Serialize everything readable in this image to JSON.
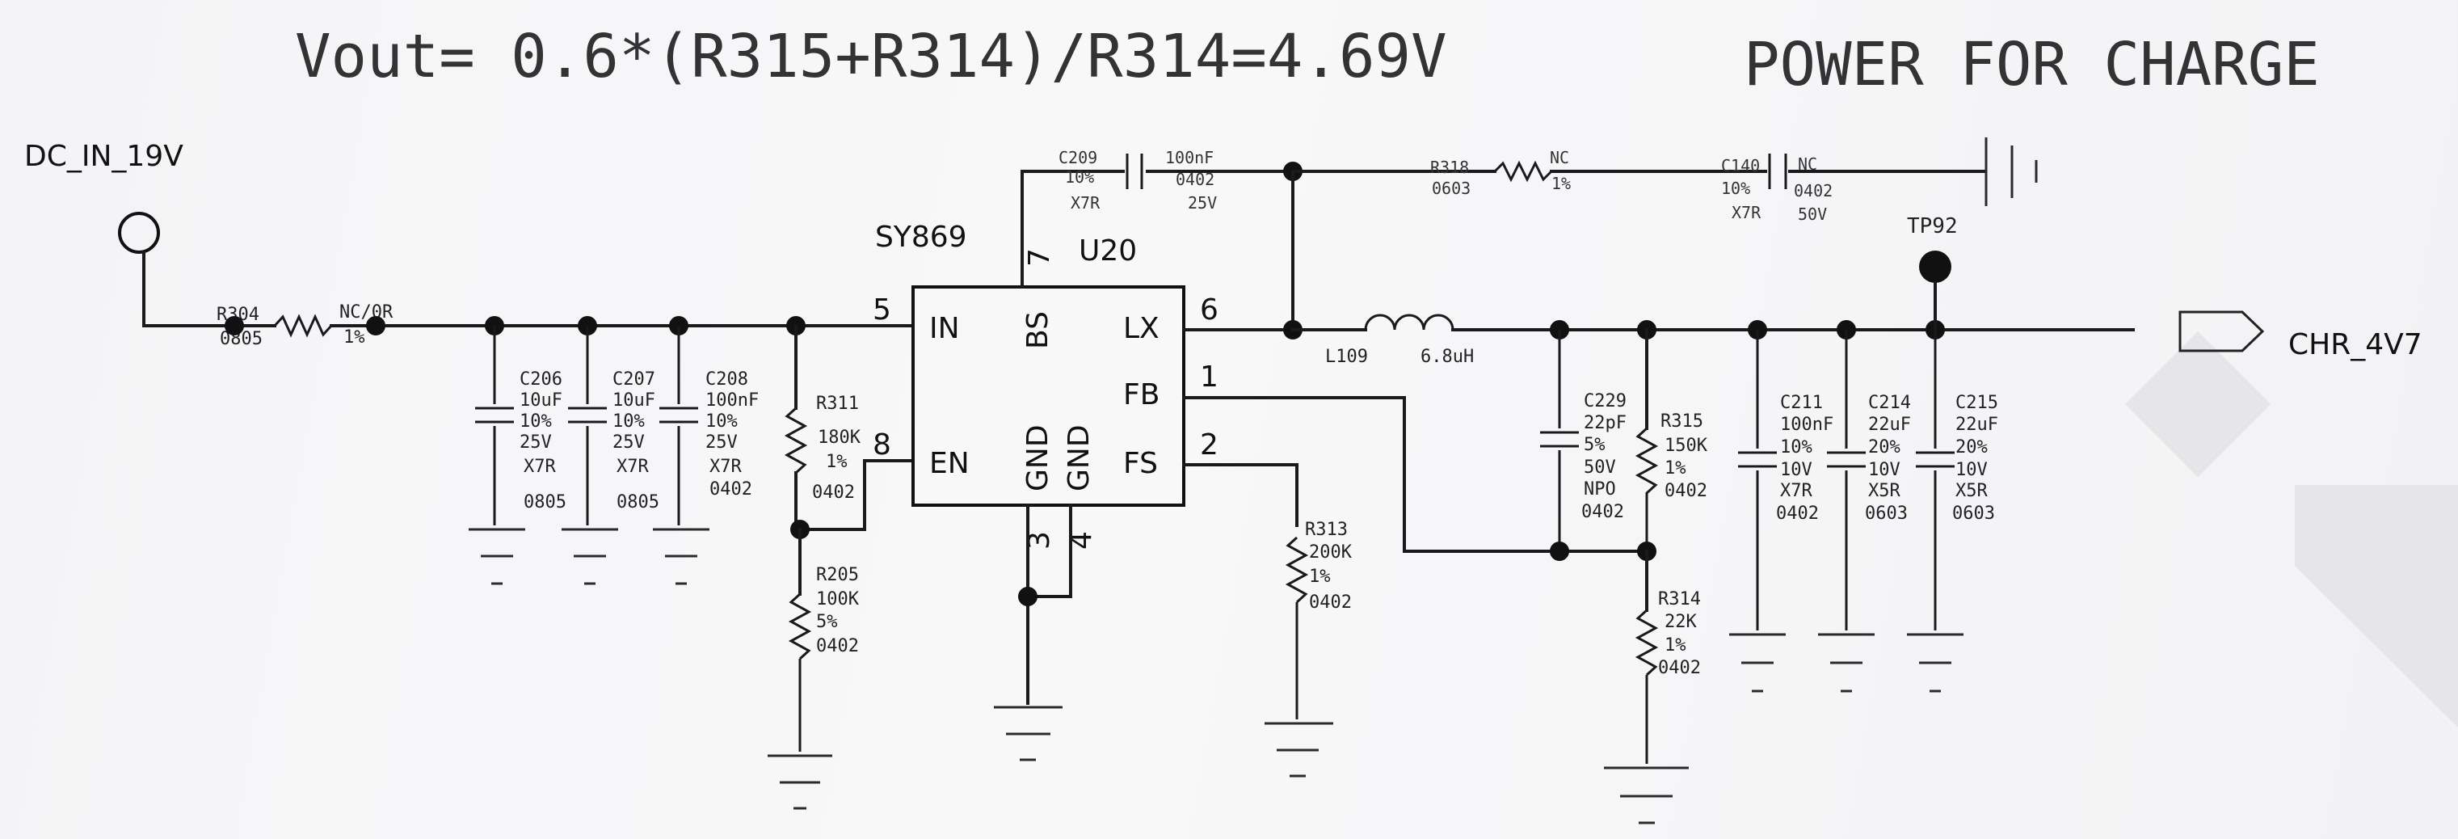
{
  "title": {
    "formula": "Vout= 0.6*(R315+R314)/R314=4.69V",
    "heading": "POWER FOR CHARGE"
  },
  "nets": {
    "input": "DC_IN_19V",
    "output": "CHR_4V7"
  },
  "ic": {
    "part": "SY869",
    "ref": "U20",
    "pins": {
      "in": "IN",
      "bs": "BS",
      "lx": "LX",
      "fb": "FB",
      "en": "EN",
      "fs": "FS",
      "gnd1": "GND",
      "gnd2": "GND",
      "n_in": "5",
      "n_bs": "7",
      "n_lx": "6",
      "n_fb": "1",
      "n_en": "8",
      "n_fs": "2",
      "n_gnd1": "3",
      "n_gnd2": "4"
    }
  },
  "testpoint": "TP92",
  "components": {
    "R304": {
      "ref": "R304",
      "pkg": "0805",
      "val": "NC/0R",
      "tol": "1%"
    },
    "C206": {
      "ref": "C206",
      "val": "10uF",
      "tol": "10%",
      "volt": "25V",
      "diel": "X7R",
      "pkg": "0805"
    },
    "C207": {
      "ref": "C207",
      "val": "10uF",
      "tol": "10%",
      "volt": "25V",
      "diel": "X7R",
      "pkg": "0805"
    },
    "C208": {
      "ref": "C208",
      "val": "100nF",
      "tol": "10%",
      "volt": "25V",
      "diel": "X7R",
      "pkg": "0402"
    },
    "R311": {
      "ref": "R311",
      "val": "180K",
      "tol": "1%",
      "pkg": "0402"
    },
    "R205": {
      "ref": "R205",
      "val": "100K",
      "tol": "5%",
      "pkg": "0402"
    },
    "C209": {
      "ref": "C209",
      "tol": "10%",
      "diel": "X7R",
      "val": "100nF",
      "pkg": "0402",
      "volt": "25V"
    },
    "R318": {
      "ref": "R318",
      "pkg": "0603",
      "val": "NC",
      "tol": "1%"
    },
    "C140": {
      "ref": "C140",
      "tol": "10%",
      "diel": "X7R",
      "val": "NC",
      "pkg": "0402",
      "volt": "50V"
    },
    "L109": {
      "ref": "L109",
      "val": "6.8uH"
    },
    "R313": {
      "ref": "R313",
      "val": "200K",
      "tol": "1%",
      "pkg": "0402"
    },
    "C229": {
      "ref": "C229",
      "val": "22pF",
      "tol": "5%",
      "volt": "50V",
      "diel": "NPO",
      "pkg": "0402"
    },
    "R315": {
      "ref": "R315",
      "val": "150K",
      "tol": "1%",
      "pkg": "0402"
    },
    "R314": {
      "ref": "R314",
      "val": "22K",
      "tol": "1%",
      "pkg": "0402"
    },
    "C211": {
      "ref": "C211",
      "val": "100nF",
      "tol": "10%",
      "volt": "10V",
      "diel": "X7R",
      "pkg": "0402"
    },
    "C214": {
      "ref": "C214",
      "val": "22uF",
      "tol": "20%",
      "volt": "10V",
      "diel": "X5R",
      "pkg": "0603"
    },
    "C215": {
      "ref": "C215",
      "val": "22uF",
      "tol": "20%",
      "volt": "10V",
      "diel": "X5R",
      "pkg": "0603"
    }
  }
}
